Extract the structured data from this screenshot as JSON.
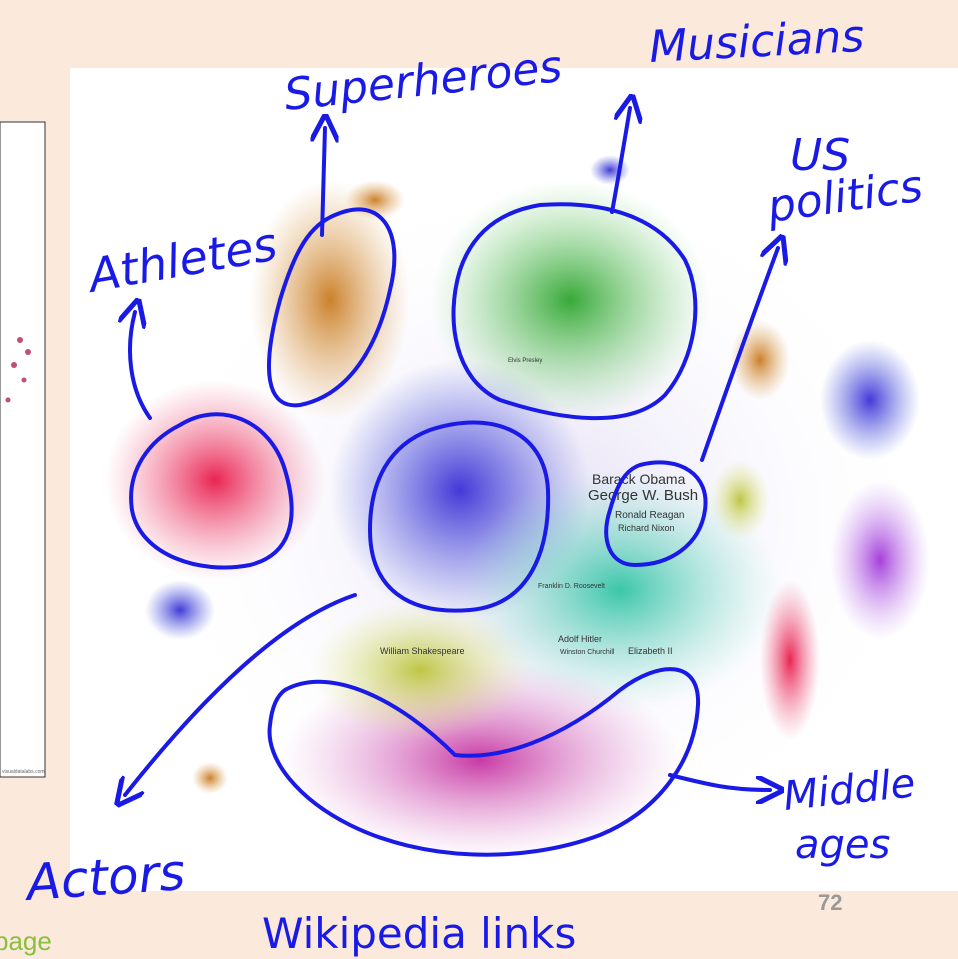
{
  "annotations": {
    "superheroes": "Superheroes",
    "musicians": "Musicians",
    "us_politics_line1": "US",
    "us_politics_line2": "politics",
    "athletes": "Athletes",
    "actors": "Actors",
    "middle_ages_line1": "Middle",
    "middle_ages_line2": "ages",
    "caption": "Wikipedia links"
  },
  "graph_labels": {
    "obama": "Barack Obama",
    "bush": "George W. Bush",
    "reagan": "Ronald Reagan",
    "nixon": "Richard Nixon",
    "roosevelt": "Franklin D. Roosevelt",
    "shakespeare": "William Shakespeare",
    "hitler": "Adolf Hitler",
    "churchill": "Winston Churchill",
    "elizabeth": "Elizabeth II",
    "elvis": "Elvis Presley"
  },
  "page_number": "72",
  "left_panel": {
    "fragment_text": "page",
    "footer_text": "visualdatalabs.com"
  },
  "colors": {
    "ink": "#1a1ae6",
    "background": "#fbe9dc",
    "page_fragment_text": "#8bbf3f"
  }
}
